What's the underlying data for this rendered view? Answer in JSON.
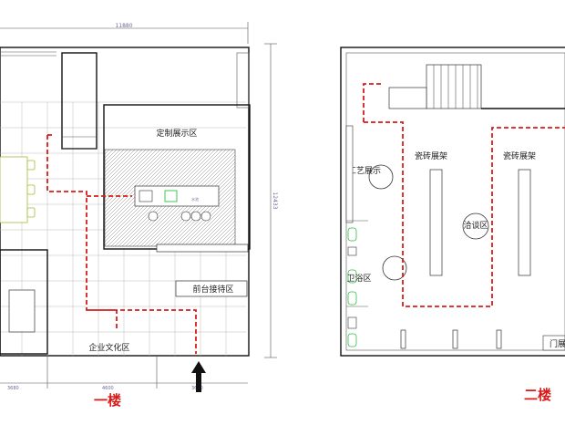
{
  "floor1": {
    "title": "一楼",
    "dim_top": "11880",
    "dim_right": "12433",
    "dim_bottom_1": "3680",
    "dim_bottom_2": "4600",
    "dim_bottom_3": "3600",
    "zones": {
      "custom_display": "定制展示区",
      "reception": "前台接待区",
      "culture": "企业文化区"
    },
    "small_label": "水池"
  },
  "floor2": {
    "title": "二楼",
    "zones": {
      "craft": "工艺展示",
      "rack_left": "瓷砖展架",
      "rack_right": "瓷砖展架",
      "negotiation": "洽谈区",
      "toilet": "卫浴区",
      "door": "门展"
    }
  },
  "colors": {
    "route": "#d81c1c",
    "wall": "#111111",
    "chair": "#9fbf3a",
    "accent_green": "#2fbf3f"
  }
}
